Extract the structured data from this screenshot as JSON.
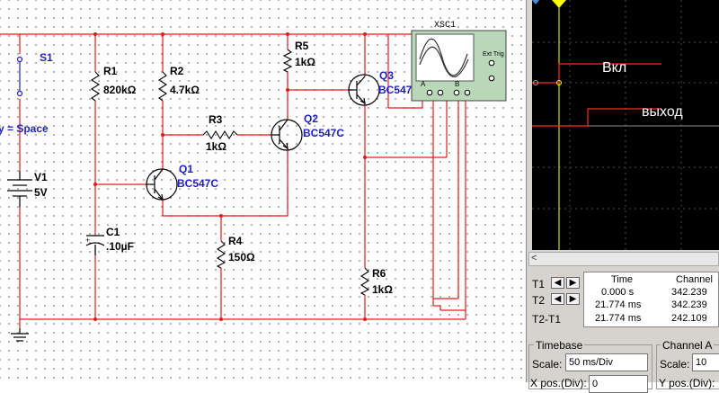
{
  "schematic": {
    "switch": {
      "name": "S1",
      "key_text": "y = Space"
    },
    "source": {
      "name": "V1",
      "value": "5V"
    },
    "r1": {
      "name": "R1",
      "value": "820kΩ"
    },
    "r2": {
      "name": "R2",
      "value": "4.7kΩ"
    },
    "r3": {
      "name": "R3",
      "value": "1kΩ"
    },
    "r4": {
      "name": "R4",
      "value": "150Ω"
    },
    "r5": {
      "name": "R5",
      "value": "1kΩ"
    },
    "r6": {
      "name": "R6",
      "value": "1kΩ"
    },
    "c1": {
      "name": "C1",
      "value": ".10µF"
    },
    "q1": {
      "name": "Q1",
      "model": "BC547C"
    },
    "q2": {
      "name": "Q2",
      "model": "BC547C"
    },
    "q3": {
      "name": "Q3",
      "model": "BC547"
    },
    "scope": {
      "name": "XSC1",
      "ext_trig": "Ext Trig",
      "ch_a": "A",
      "ch_b": "B"
    }
  },
  "scope_screen": {
    "label_on": "Вкл",
    "label_out": "выход"
  },
  "cursors": {
    "rows": [
      {
        "label": "T1",
        "time": "0.000 s",
        "channel": "342.239"
      },
      {
        "label": "T2",
        "time": "21.774 ms",
        "channel": "342.239"
      },
      {
        "label": "T2-T1",
        "time": "21.774 ms",
        "channel": "242.109"
      }
    ],
    "col_time": "Time",
    "col_channel": "Channel"
  },
  "timebase": {
    "title": "Timebase",
    "scale_label": "Scale:",
    "scale_value": "50 ms/Div",
    "xpos_label": "X pos.(Div):",
    "xpos_value": "0"
  },
  "channel_a": {
    "title": "Channel A",
    "scale_label": "Scale:",
    "scale_value": "10",
    "ypos_label": "Y pos.(Div):"
  },
  "colors": {
    "wire": "#e31b1b",
    "screen_bg": "#000000",
    "trace_yellow": "#ffff00",
    "trace_red": "#ff2a2a",
    "scope_icon_bg": "#b8d8b8"
  }
}
